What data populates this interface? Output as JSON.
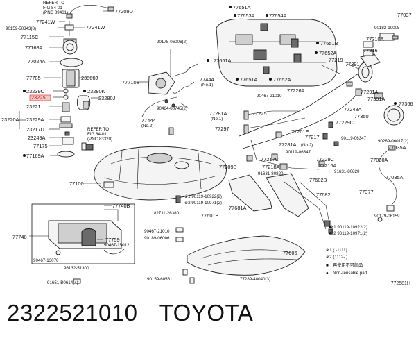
{
  "labels": {
    "refer1_a": "REFER TO",
    "refer1_b": "FIG 84-01",
    "refer1_c": "(PNC 89461)",
    "p77209D": "77209D",
    "p77241W_a": "77241W",
    "p90159_50343": "90159-50343(8)",
    "p77241W_b": "77241W",
    "p77115C": "77115C",
    "p77168A": "77168A",
    "p77024A": "77024A",
    "p77785": "77785",
    "p23300J": "23300J",
    "p23239C": "23239C",
    "p23225": "23225",
    "p23221": "23221",
    "p23220A": "23220A",
    "p23229A": "23229A",
    "p23217D": "23217D",
    "p23249A": "23249A",
    "p77175": "77175",
    "p77169A": "77169A",
    "p23280K": "23280K",
    "p23280J": "23280J",
    "refer2_a": "REFER TO",
    "refer2_b": "FIG 84-01",
    "refer2_c": "(PNC 83320)",
    "p90178_06006": "90178-06006(2)",
    "p77710B": "77710B",
    "p90464_00745": "90464-00745(2)",
    "p77444_a": "77444",
    "p77444_a_no": "(No.1)",
    "p77444_b": "77444",
    "p77444_b_no": "(No.2)",
    "p77651A_a": "77651A",
    "p77651A_b": "77651A",
    "p77651A_c": "77651A",
    "p77653A": "77653A",
    "p77654A": "77654A",
    "p77651B": "77651B",
    "p77652A_a": "77652A",
    "p77652A_b": "77652A",
    "p77219": "77219",
    "p77226A": "77226A",
    "p90467_21010_a": "90467-21010",
    "p77391": "77391",
    "p77291A": "77291A",
    "p77391A": "77391A",
    "p77248A": "77248A",
    "p77350": "77350",
    "p77229C": "77229C",
    "p77366": "77366",
    "p77037": "77037",
    "p90182_10005": "90182-10005",
    "p77310A": "77310A",
    "p77316": "77316",
    "p77281A_a": "77281A",
    "p77281A_a_no": "(No.1)",
    "p77225": "77225",
    "p77297": "77297",
    "p77201E": "77201E",
    "p77217": "77217",
    "p90119_06347_a": "90119-06347",
    "p90269_06017": "90269-06017(2)",
    "p77035A_a": "77035A",
    "p77030A": "77030A",
    "p77035A_b": "77035A",
    "p77281A_b": "77281A",
    "p77281A_b_no": "(No.2)",
    "p90119_06347_b": "90119-06347",
    "p77217C": "77217C",
    "p77229C_b": "77229C",
    "p77209B": "77209B",
    "p77218A": "77218A",
    "p77216A": "77216A",
    "p91631_80820_a": "91631-80820",
    "p91631_80820_b": "91631-80820",
    "p77100": "77100",
    "p77602B": "77602B",
    "p77682": "77682",
    "p77377": "77377",
    "p90179_06159": "90179-06159",
    "p90119_10922_a": "※1 90119-10922(2)",
    "p90119_10971_a": "※2 90119-10971(2)",
    "p77740B": "77740B",
    "p82711_26380": "82711-26380",
    "p77681A": "77681A",
    "p77601B": "77601B",
    "p90119_10922_b": "※1 90119-10922(2)",
    "p90119_10971_b": "※2 90119-10971(2)",
    "p77740": "77740",
    "p77759": "77759",
    "p90467_21010_b": "90467-21010",
    "p90189_06006": "90189-06006",
    "p90467_15012": "90467-15012",
    "p90467_13076": "90467-13076",
    "p96132_51300": "96132-51300",
    "p77606": "77606",
    "p91651_B0614": "91651-B0614(4)",
    "p90159_60561": "90159-60561",
    "p77289_48040": "77289-48040(3)"
  },
  "legend": {
    "note1": "※1 (  -1111)",
    "note2": "※2 (1112-  )",
    "non_interchangeable_sym": "■",
    "non_interchangeable": "再使用不可部品",
    "non_reusable_sym": "●",
    "non_reusable": "Non-reusable part"
  },
  "diagram_id": "772581H",
  "caption": {
    "part_number": "2322521010",
    "brand": "TOYOTA"
  },
  "colors": {
    "highlight": "#e01010",
    "ink": "#111111"
  }
}
